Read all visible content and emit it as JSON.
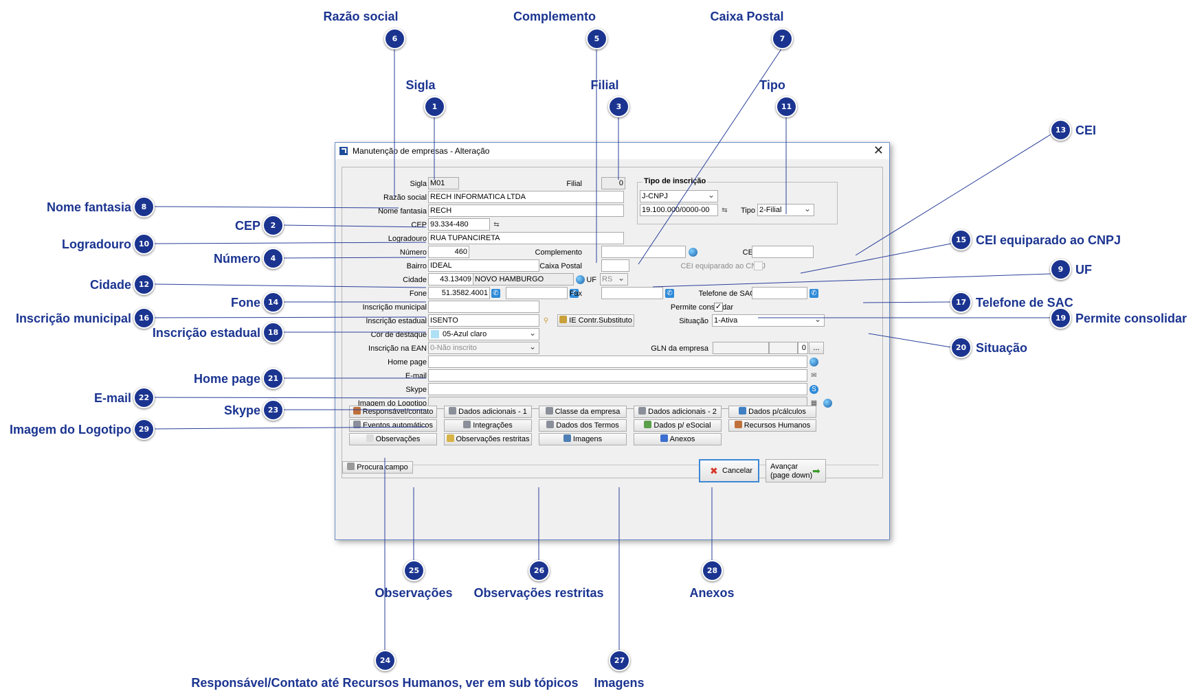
{
  "dialog": {
    "title": "Manutenção de empresas - Alteração",
    "close_glyph": "✕",
    "labels": {
      "sigla": "Sigla",
      "filial": "Filial",
      "razao_social": "Razão social",
      "nome_fantasia": "Nome fantasia",
      "cep": "CEP",
      "logradouro": "Logradouro",
      "numero": "Número",
      "complemento": "Complemento",
      "cei": "CEI",
      "bairro": "Bairro",
      "caixa_postal": "Caixa Postal",
      "cei_equiparado": "CEI equiparado ao CNPJ",
      "cidade": "Cidade",
      "uf": "UF",
      "fone": "Fone",
      "fax": "Fax",
      "telefone_sac": "Telefone de SAC",
      "inscricao_municipal": "Inscrição municipal",
      "permite_consolidar": "Permite consolidar",
      "inscricao_estadual": "Inscrição estadual",
      "situacao": "Situação",
      "cor_destaque": "Cor de destaque",
      "inscricao_ean": "Inscrição na EAN",
      "gln_empresa": "GLN da empresa",
      "home_page": "Home page",
      "email": "E-mail",
      "skype": "Skype",
      "imagem_logotipo": "Imagem do Logotipo",
      "tipo": "Tipo"
    },
    "values": {
      "sigla": "M01",
      "filial": "0",
      "razao_social": "RECH INFORMATICA LTDA",
      "nome_fantasia": "RECH",
      "cep": "93.334-480",
      "logradouro": "RUA TUPANCIRETA",
      "numero": "460",
      "bairro": "IDEAL",
      "cidade_codigo": "43.13409",
      "cidade_nome": "NOVO HAMBURGO",
      "uf": "RS",
      "fone": "51.3582.4001",
      "inscricao_estadual": "ISENTO",
      "situacao": "1-Ativa",
      "cor_destaque": "05-Azul claro",
      "inscricao_ean": "0-Não inscrito",
      "gln_digito": "0",
      "tipo_inscricao": "J-CNPJ",
      "cnpj": "19.100.000/0000-00",
      "tipo": "2-Filial",
      "permite_consolidar_mark": "✓"
    },
    "group_tipo_inscricao": "Tipo de inscrição",
    "ie_button": "IE Contr.Substituto",
    "ellipsis_button": "...",
    "buttons": [
      {
        "label": "Responsável/contato",
        "color": "#c0703a"
      },
      {
        "label": "Dados adicionais - 1",
        "color": "#8a8f9a"
      },
      {
        "label": "Classe da empresa",
        "color": "#8a8f9a"
      },
      {
        "label": "Dados adicionais - 2",
        "color": "#8a8f9a"
      },
      {
        "label": "Dados p/cálculos",
        "color": "#3f7fc4"
      },
      {
        "label": "Eventos automáticos",
        "color": "#8a8f9a"
      },
      {
        "label": "Integrações",
        "color": "#8a8f9a"
      },
      {
        "label": "Dados dos Termos",
        "color": "#8a8f9a"
      },
      {
        "label": "Dados p/ eSocial",
        "color": "#5aa04a"
      },
      {
        "label": "Recursos Humanos",
        "color": "#c0703a"
      },
      {
        "label": "Observações",
        "color": "#dcdcdc"
      },
      {
        "label": "Observações restritas",
        "color": "#d8b446"
      },
      {
        "label": "Imagens",
        "color": "#4f7fb4"
      },
      {
        "label": "Anexos",
        "color": "#3c6fd0"
      }
    ],
    "procura_campo": "Procura campo",
    "cancelar": "Cancelar",
    "cancel_glyph": "✖",
    "avancar_line1": "Avançar",
    "avancar_line2": "(page down)",
    "avancar_glyph": "➡"
  },
  "callouts": [
    {
      "n": "6",
      "label": "Razão social"
    },
    {
      "n": "5",
      "label": "Complemento"
    },
    {
      "n": "7",
      "label": "Caixa Postal"
    },
    {
      "n": "1",
      "label": "Sigla"
    },
    {
      "n": "3",
      "label": "Filial"
    },
    {
      "n": "11",
      "label": "Tipo"
    },
    {
      "n": "13",
      "label": "CEI"
    },
    {
      "n": "8",
      "label": "Nome fantasia"
    },
    {
      "n": "2",
      "label": "CEP"
    },
    {
      "n": "10",
      "label": "Logradouro"
    },
    {
      "n": "15",
      "label": "CEI equiparado ao CNPJ"
    },
    {
      "n": "4",
      "label": "Número"
    },
    {
      "n": "9",
      "label": "UF"
    },
    {
      "n": "12",
      "label": "Cidade"
    },
    {
      "n": "14",
      "label": "Fone"
    },
    {
      "n": "17",
      "label": "Telefone de SAC"
    },
    {
      "n": "16",
      "label": "Inscrição municipal"
    },
    {
      "n": "19",
      "label": "Permite consolidar"
    },
    {
      "n": "18",
      "label": "Inscrição estadual"
    },
    {
      "n": "20",
      "label": "Situação"
    },
    {
      "n": "21",
      "label": "Home page"
    },
    {
      "n": "22",
      "label": "E-mail"
    },
    {
      "n": "23",
      "label": "Skype"
    },
    {
      "n": "29",
      "label": "Imagem do Logotipo"
    },
    {
      "n": "25",
      "label": "Observações"
    },
    {
      "n": "26",
      "label": "Observações restritas"
    },
    {
      "n": "28",
      "label": "Anexos"
    },
    {
      "n": "24",
      "label": "Responsável/Contato até Recursos Humanos, ver em sub tópicos"
    },
    {
      "n": "27",
      "label": "Imagens"
    }
  ],
  "colors": {
    "badge": "#1b3490",
    "callout_text": "#1b3490",
    "leader_line": "#2a3f9a",
    "dialog_border": "#6b8ec5",
    "cor_destaque_swatch": "#aee0f5"
  }
}
